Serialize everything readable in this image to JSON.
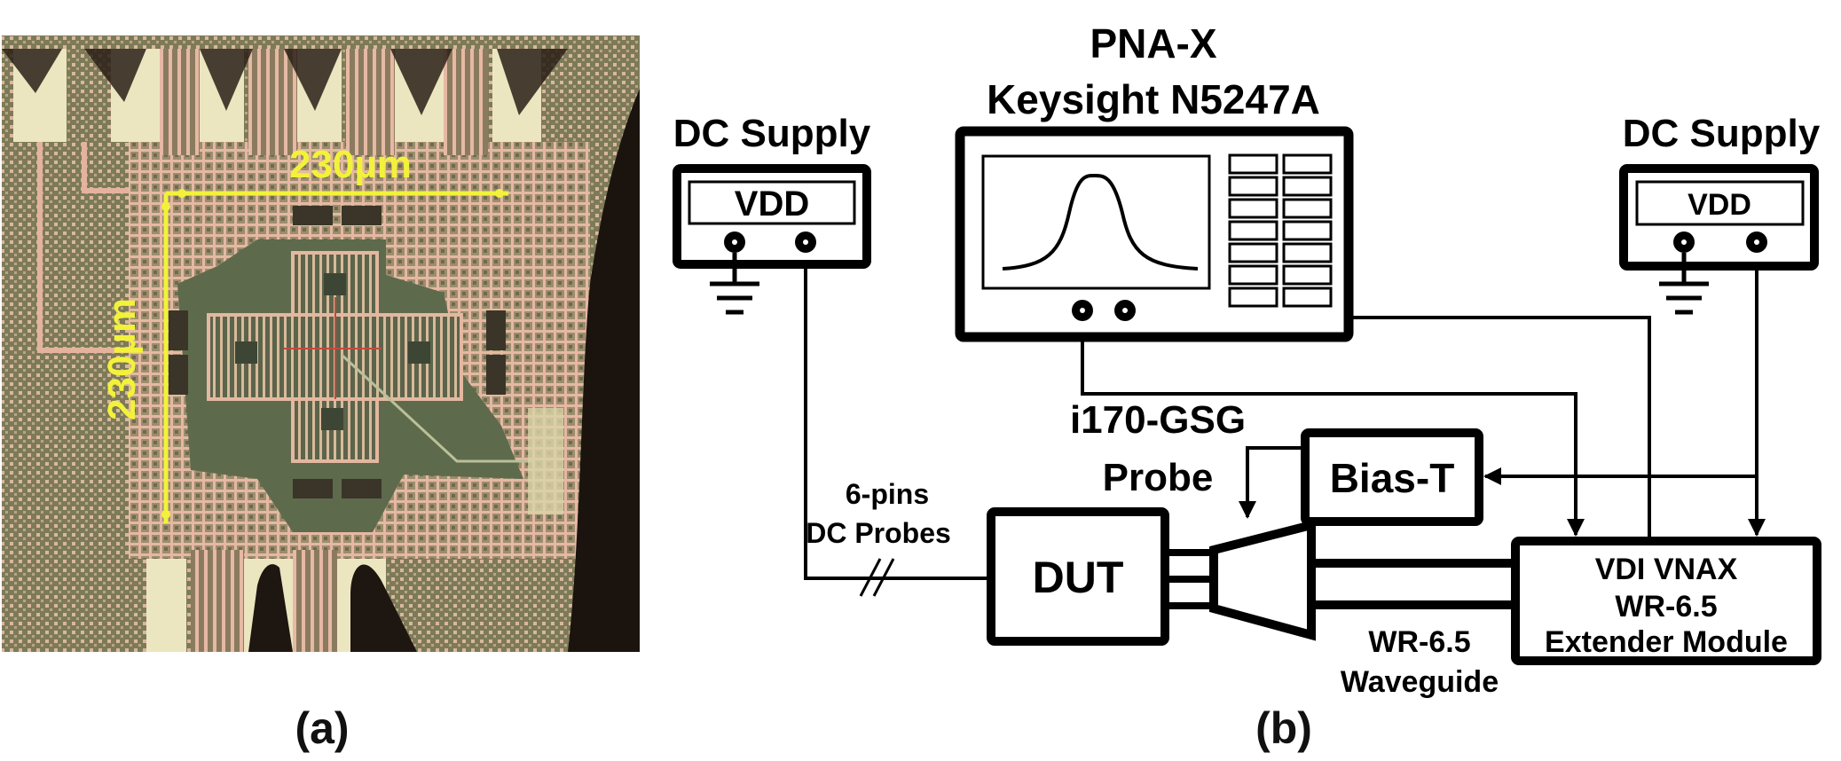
{
  "figure": {
    "panel_a": {
      "caption": "(a)",
      "description": "Chip micrograph",
      "scale_bar_horizontal": "230µm",
      "scale_bar_vertical": "230µm",
      "scale_bar_color": "#f2f23a"
    },
    "panel_b": {
      "caption": "(b)",
      "pna": {
        "title_line1": "PNA-X",
        "title_line2": "Keysight N5247A"
      },
      "dc_supply_left": {
        "title": "DC Supply",
        "display": "VDD"
      },
      "dc_supply_right": {
        "title": "DC Supply",
        "display": "VDD"
      },
      "probe": {
        "label_line1": "i170-GSG",
        "label_line2": "Probe"
      },
      "bias_t": {
        "label": "Bias-T"
      },
      "dc_probes": {
        "label_line1": "6-pins",
        "label_line2": "DC Probes"
      },
      "dut": {
        "label": "DUT"
      },
      "vnax": {
        "label_line1": "VDI VNAX",
        "label_line2": "WR-6.5",
        "label_line3": "Extender Module"
      },
      "waveguide": {
        "label_line1": "WR-6.5",
        "label_line2": "Waveguide"
      }
    }
  }
}
